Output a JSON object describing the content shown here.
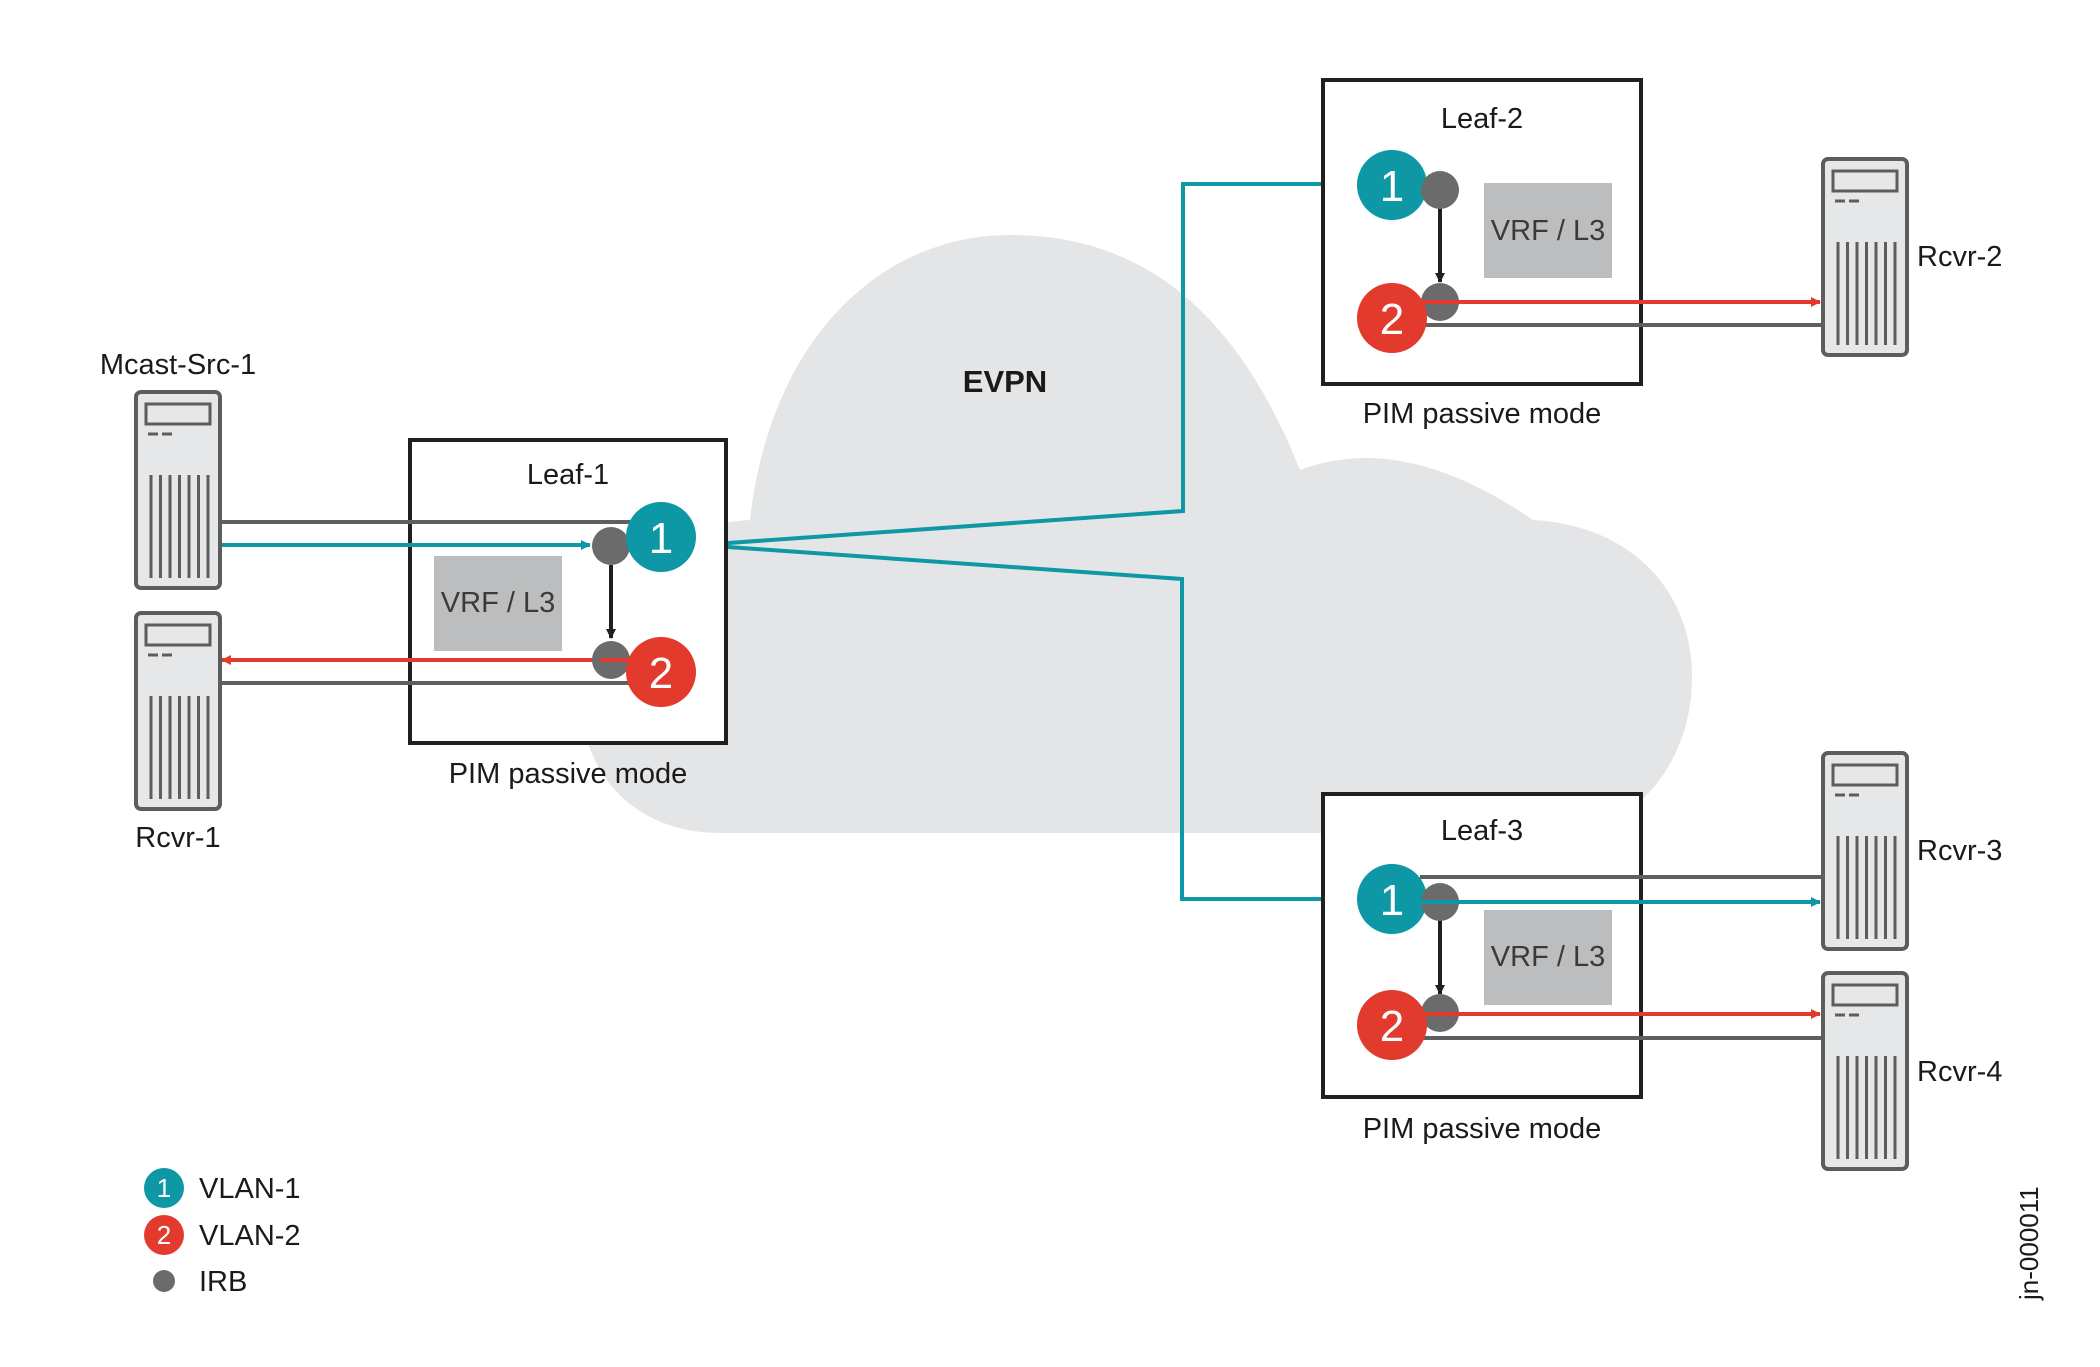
{
  "colors": {
    "vlan1": "#0e97a5",
    "vlan2": "#e23b2e",
    "irb": "#6b6b6b",
    "link": "#5f5f5f",
    "box": "#231f20",
    "cloud": "#e4e5e7",
    "vrf": "#bcbdbf",
    "server_fill": "#e6e7e8",
    "server_stroke": "#5d5d5d"
  },
  "cloud": {
    "label": "EVPN"
  },
  "leaves": [
    {
      "name": "Leaf-1",
      "mode_label": "PIM passive mode",
      "vrf_label": "VRF / L3",
      "vlan1_num": "1",
      "vlan2_num": "2"
    },
    {
      "name": "Leaf-2",
      "mode_label": "PIM passive mode",
      "vrf_label": "VRF / L3",
      "vlan1_num": "1",
      "vlan2_num": "2"
    },
    {
      "name": "Leaf-3",
      "mode_label": "PIM passive mode",
      "vrf_label": "VRF / L3",
      "vlan1_num": "1",
      "vlan2_num": "2"
    }
  ],
  "servers": [
    {
      "name": "Mcast-Src-1",
      "role": "multicast source",
      "attached_to": "Leaf-1",
      "vlan": "VLAN-1"
    },
    {
      "name": "Rcvr-1",
      "role": "receiver",
      "attached_to": "Leaf-1",
      "vlan": "VLAN-2"
    },
    {
      "name": "Rcvr-2",
      "role": "receiver",
      "attached_to": "Leaf-2",
      "vlan": "VLAN-2"
    },
    {
      "name": "Rcvr-3",
      "role": "receiver",
      "attached_to": "Leaf-3",
      "vlan": "VLAN-1"
    },
    {
      "name": "Rcvr-4",
      "role": "receiver",
      "attached_to": "Leaf-3",
      "vlan": "VLAN-2"
    }
  ],
  "legend": [
    {
      "symbol": "1",
      "label": "VLAN-1",
      "kind": "vlan1"
    },
    {
      "symbol": "2",
      "label": "VLAN-2",
      "kind": "vlan2"
    },
    {
      "symbol": "",
      "label": "IRB",
      "kind": "irb"
    }
  ],
  "figure_id": "jn-000011"
}
